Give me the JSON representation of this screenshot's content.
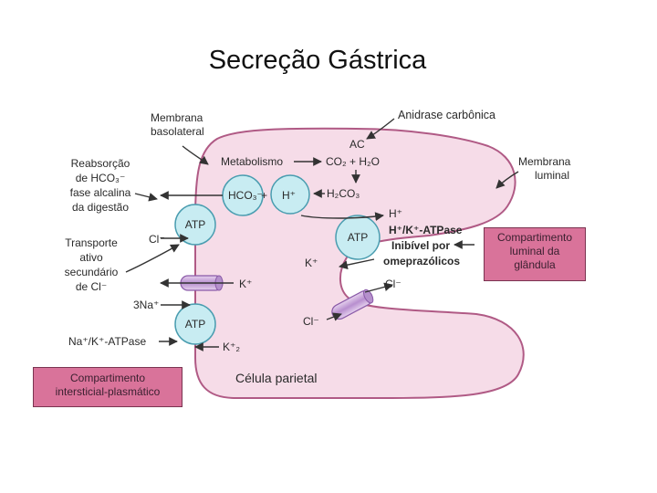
{
  "title": "Secreção Gástrica",
  "labels": {
    "membrana_basolateral": [
      "Membrana",
      "basolateral"
    ],
    "anidrase": "Anidrase carbônica",
    "membrana_luminal": [
      "Membrana",
      "luminal"
    ],
    "reabsorcao": [
      "Reabsorção",
      "de HCO₃⁻",
      "fase alcalina",
      "da digestão"
    ],
    "transporte": [
      "Transporte",
      "ativo",
      "secundário",
      "de Cl⁻"
    ],
    "na_k_atpase": "Na⁺/K⁺-ATPase",
    "metabolismo": "Metabolismo",
    "ac": "AC",
    "co2_h2o": "CO₂ + H₂O",
    "h2co3": "H₂CO₃",
    "hco3": "HCO₃⁻",
    "plus": "+",
    "h_plus": "H⁺",
    "h_out": "H⁺",
    "h_k_atpase": "H⁺/K⁺-ATPase",
    "inibivel": [
      "Inibível por",
      "omeprazólicos"
    ],
    "k_in": "K⁺",
    "k_baso": "K⁺",
    "cl_baso": "Cl⁻",
    "cl_lum_out": "Cl⁻",
    "cl_lum_in": "Cl⁻",
    "three_na": "3Na⁺",
    "k2": "K⁺₂",
    "atp1": "ATP",
    "atp2": "ATP",
    "atp3": "ATP",
    "celula": "Célula parietal"
  },
  "boxes": {
    "luminal": [
      "Compartimento",
      "luminal da",
      "glândula"
    ],
    "intersticial": [
      "Compartimento",
      "intersticial-plasmático"
    ]
  },
  "colors": {
    "cell_fill": "#f6dce8",
    "cell_stroke": "#b05a85",
    "circle_fill": "#c8ecf2",
    "circle_stroke": "#4a9db0",
    "channel_fill": "#c8a6d8",
    "box_fill": "#d9739a"
  }
}
